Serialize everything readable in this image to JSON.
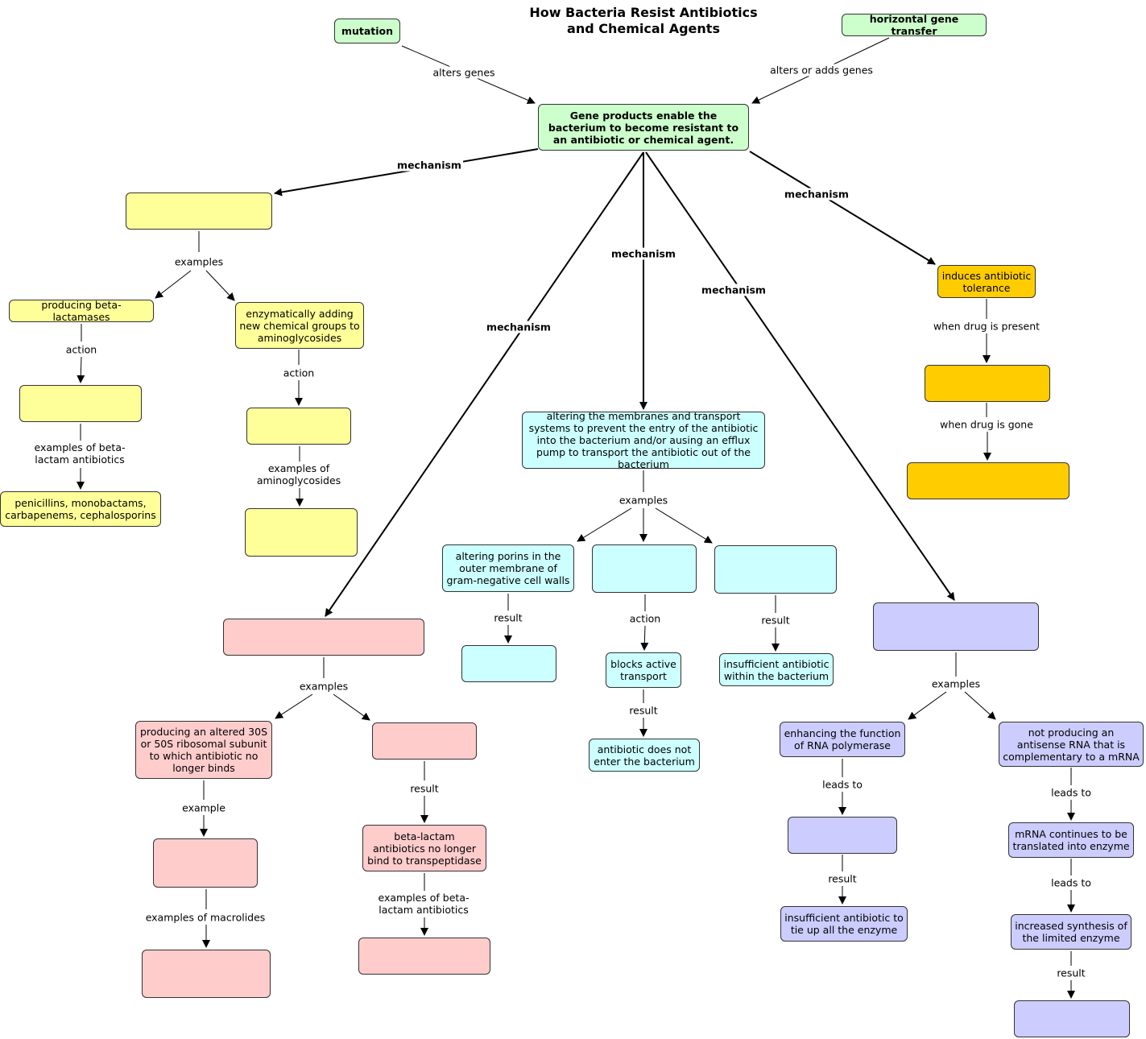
{
  "title": [
    "How Bacteria Resist Antibiotics",
    "and Chemical Agents"
  ],
  "nodes": {
    "mutation": "mutation",
    "hgt": "horizontal gene transfer",
    "central": "Gene products enable the bacterium to become resistant to an antibiotic or chemical agent.",
    "y_top": "",
    "y_beta_lactamases": "producing beta-lactamases",
    "y_enzymatic": "enzymatically adding new chemical groups to aminoglycosides",
    "y_action1_result": "",
    "y_action2_result": "",
    "y_beta_examples": "penicillins, monobactams, carbapenems, cephalosporins",
    "y_amino_examples": "",
    "o_tolerance": "induces antibiotic tolerance",
    "o_present": "",
    "o_gone": "",
    "c_membranes": "altering the membranes and transport systems to prevent the entry of the antibiotic into the bacterium and/or ausing an efflux pump to transport the antibiotic out of the bacterium",
    "c_porins": "altering porins in the outer membrane of gram-negative cell walls",
    "c_mid": "",
    "c_right": "",
    "c_porins_result": "",
    "c_blocks": "blocks active transport",
    "c_insufficient": "insufficient antibiotic within the bacterium",
    "c_not_enter": "antibiotic does not enter the bacterium",
    "p_top": "",
    "p_ribosomal": "producing an altered 30S or 50S ribosomal subunit to which antibiotic no longer binds",
    "p_right": "",
    "p_example": "",
    "p_beta_nobind": "beta-lactam antibiotics no longer bind to transpeptidase",
    "p_macrolides": "",
    "p_beta_examples": "",
    "l_top": "",
    "l_rna_pol": "enhancing the function of RNA polymerase",
    "l_antisense": "not producing an antisense RNA that is complementary to a mRNA",
    "l_leads1": "",
    "l_mrna": "mRNA continues to be translated into enzyme",
    "l_insufficient": "insufficient antibiotic to tie up all the enzyme",
    "l_increased": "increased synthesis of the limited enzyme",
    "l_result": ""
  },
  "labels": {
    "alters_genes": "alters genes",
    "alters_adds": "alters or adds genes",
    "mech_yellow": "mechanism",
    "mech_orange": "mechanism",
    "mech_cyan": "mechanism",
    "mech_pink": "mechanism",
    "mech_lav": "mechanism",
    "y_examples": "examples",
    "y_action1": "action",
    "y_action2": "action",
    "y_beta_ex": [
      "examples of beta-",
      "lactam antibiotics"
    ],
    "y_amino_ex": [
      "examples of",
      "aminoglycosides"
    ],
    "o_when_present": "when drug is present",
    "o_when_gone": "when drug is gone",
    "c_examples": "examples",
    "c_result1": "result",
    "c_action": "action",
    "c_result2": "result",
    "c_result3": "result",
    "p_examples": "examples",
    "p_example": "example",
    "p_result": "result",
    "p_macro_ex": "examples of macrolides",
    "p_beta_ex": [
      "examples of beta-",
      "lactam antibiotics"
    ],
    "l_examples": "examples",
    "l_leads_to1": "leads to",
    "l_leads_to2": "leads to",
    "l_leads_to3": "leads to",
    "l_result1": "result",
    "l_result2": "result"
  },
  "colors": {
    "green": "#ccffcc",
    "yellow": "#ffff99",
    "orange": "#ffcc00",
    "cyan": "#ccffff",
    "pink": "#ffcccc",
    "lavender": "#ccccff"
  }
}
